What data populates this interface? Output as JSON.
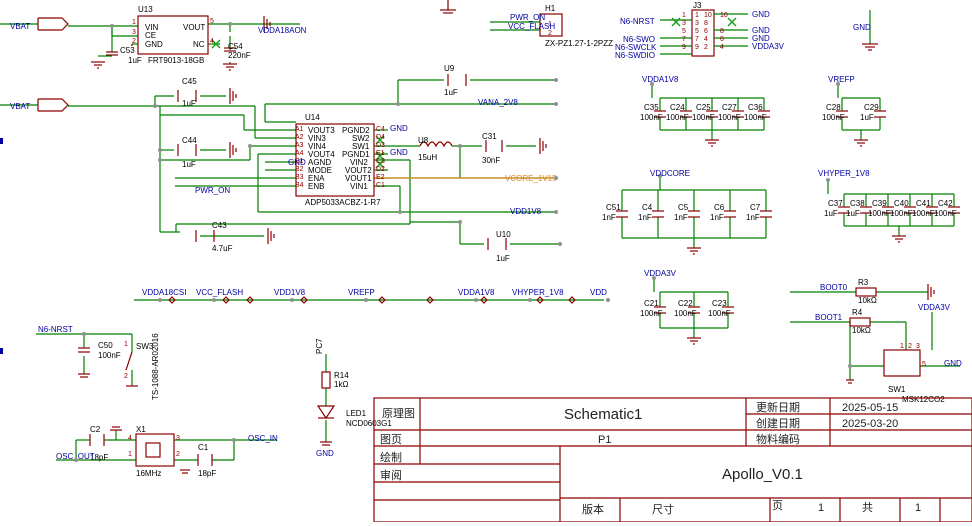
{
  "colors": {
    "wire": "#008000",
    "part": "#8b0000",
    "net": "#0000a0",
    "text": "#000000",
    "vcore": "#e08a20",
    "junction": "#909090",
    "frame": "#8b0000",
    "no_connect": "#18a018"
  },
  "nets": {
    "vbat_1": "VBAT",
    "vbat_2": "VBAT",
    "vdda18aon": "VDDA18AON",
    "pwr_on_h1": "PWR_ON",
    "vcc_flash_h1": "VCC_FLASH",
    "n6_nrst_j3": "N6-NRST",
    "n6_swo": "N6-SWO",
    "n6_swclk": "N6-SWCLK",
    "n6_swdio": "N6-SWDIO",
    "gnd_j3_1": "GND",
    "gnd_j3_2": "GND",
    "gnd_j3_3": "GND",
    "vdda3v_j3": "VDDA3V",
    "gnd_top_right": "GND",
    "vana_2v8": "VANA_2V8",
    "gnd_u14_1": "GND",
    "gnd_u14_2": "GND",
    "gnd_u14_3": "GND",
    "pwr_on_u14": "PWR_ON",
    "vcore_1v15": "VCORE_1V15",
    "vdd1v8": "VDD1V8",
    "vdda1v8": "VDDA1V8",
    "vrefp": "VREFP",
    "vddcore": "VDDCORE",
    "vhyper_1v8": "VHYPER_1V8",
    "vdda3v": "VDDA3V",
    "boot0": "BOOT0",
    "boot1": "BOOT1",
    "vdda3v_sw1": "VDDA3V",
    "gnd_sw1": "GND",
    "n6_nrst_sw3": "N6-NRST",
    "osc_out": "OSC_OUT",
    "osc_in": "OSC_IN",
    "gnd_led": "GND",
    "pc7": "PC7"
  },
  "rail_labels": [
    "VDDA18CSI",
    "VCC_FLASH",
    "VDD1V8",
    "VREFP",
    "VDDA1V8",
    "VHYPER_1V8",
    "VDD"
  ],
  "components": {
    "u13": {
      "ref": "U13",
      "part": "FRT9013-18GB",
      "pins_left": [
        {
          "n": "1",
          "name": "VIN"
        },
        {
          "n": "3",
          "name": "CE"
        },
        {
          "n": "2",
          "name": "GND"
        }
      ],
      "pins_right": [
        {
          "n": "5",
          "name": "VOUT"
        },
        {
          "n": "4",
          "name": "NC"
        }
      ]
    },
    "c53": {
      "ref": "C53",
      "value": "1uF"
    },
    "c54": {
      "ref": "C54",
      "value": "220nF"
    },
    "h1": {
      "ref": "H1",
      "part": "ZX-PZ1.27-1-2PZZ",
      "pins": [
        "1",
        "2"
      ]
    },
    "j3": {
      "ref": "J3",
      "pins_left": [
        "10",
        "8",
        "6",
        "4",
        "2"
      ],
      "pins_right": [
        "9",
        "7",
        "5",
        "3",
        "1"
      ],
      "pins_left_outer": [
        "1",
        "3",
        "5",
        "7",
        "9"
      ],
      "pins_right_outer": [
        "2",
        "4",
        "6",
        "8",
        "10"
      ]
    },
    "c45": {
      "ref": "C45",
      "value": "1uF"
    },
    "c44": {
      "ref": "C44",
      "value": "1uF"
    },
    "c43": {
      "ref": "C43",
      "value": "4.7uF"
    },
    "u9": {
      "ref": "U9",
      "value": "1uF"
    },
    "u10": {
      "ref": "U10",
      "value": "1uF"
    },
    "u14": {
      "ref": "U14",
      "part": "ADP5033ACBZ-1-R7",
      "pins_left": [
        {
          "n": "A1",
          "name": "VOUT3"
        },
        {
          "n": "A2",
          "name": "VIN3"
        },
        {
          "n": "A3",
          "name": "VIN4"
        },
        {
          "n": "A4",
          "name": "VOUT4"
        },
        {
          "n": "B1",
          "name": "AGND"
        },
        {
          "n": "B2",
          "name": "MODE"
        },
        {
          "n": "B3",
          "name": "ENA"
        },
        {
          "n": "B4",
          "name": "ENB"
        }
      ],
      "pins_right": [
        {
          "n": "C4",
          "name": "PGND2"
        },
        {
          "n": "D4",
          "name": "SW2"
        },
        {
          "n": "D3",
          "name": "SW1"
        },
        {
          "n": "E1",
          "name": "PGND1"
        },
        {
          "n": "C3",
          "name": "VIN2"
        },
        {
          "n": "D2",
          "name": "VOUT2"
        },
        {
          "n": "E2",
          "name": "VOUT1"
        },
        {
          "n": "C1",
          "name": "VIN1"
        }
      ]
    },
    "u8": {
      "ref": "U8",
      "value": "15uH"
    },
    "c31": {
      "ref": "C31",
      "value": "30nF"
    },
    "vdda1v8_caps": [
      {
        "ref": "C35",
        "value": "100nF"
      },
      {
        "ref": "C24",
        "value": "100nF"
      },
      {
        "ref": "C25",
        "value": "100nF"
      },
      {
        "ref": "C27",
        "value": "100nF"
      },
      {
        "ref": "C36",
        "value": "100nF"
      }
    ],
    "vrefp_caps": [
      {
        "ref": "C28",
        "value": "100nF"
      },
      {
        "ref": "C29",
        "value": "1uF"
      }
    ],
    "vddcore_caps": [
      {
        "ref": "C51",
        "value": "1nF"
      },
      {
        "ref": "C4",
        "value": "1nF"
      },
      {
        "ref": "C5",
        "value": "1nF"
      },
      {
        "ref": "C6",
        "value": "1nF"
      },
      {
        "ref": "C7",
        "value": "1nF"
      }
    ],
    "vhyper_caps": [
      {
        "ref": "C37",
        "value": "1uF"
      },
      {
        "ref": "C38",
        "value": "1uF"
      },
      {
        "ref": "C39",
        "value": "100nF"
      },
      {
        "ref": "C40",
        "value": "100nF"
      },
      {
        "ref": "C41",
        "value": "100nF"
      },
      {
        "ref": "C42",
        "value": "100nF"
      }
    ],
    "vdda3v_caps": [
      {
        "ref": "C21",
        "value": "100nF"
      },
      {
        "ref": "C22",
        "value": "100nF"
      },
      {
        "ref": "C23",
        "value": "100nF"
      }
    ],
    "r3": {
      "ref": "R3",
      "value": "10kΩ"
    },
    "r4": {
      "ref": "R4",
      "value": "10kΩ"
    },
    "sw1": {
      "ref": "SW1",
      "part": "MSK12CO2",
      "pins": [
        "1",
        "2",
        "3",
        "5"
      ]
    },
    "c50": {
      "ref": "C50",
      "value": "100nF"
    },
    "sw3": {
      "ref": "SW3",
      "part": "TS-1088-AR02016",
      "pins": [
        "1",
        "2"
      ]
    },
    "c2": {
      "ref": "C2",
      "value": "18pF"
    },
    "x1": {
      "ref": "X1",
      "value": "16MHz",
      "pins": [
        "1",
        "2",
        "3",
        "4"
      ]
    },
    "c1": {
      "ref": "C1",
      "value": "18pF"
    },
    "r14": {
      "ref": "R14",
      "value": "1kΩ"
    },
    "led1": {
      "ref": "LED1",
      "part": "NCD0603G1"
    }
  },
  "title_block": {
    "sheet_type": "原理图",
    "sheet_name": "Schematic1",
    "page_label": "图页",
    "page": "P1",
    "drawn_label": "绘制",
    "review_label": "审阅",
    "updated_label": "更新日期",
    "updated_date": "2025-05-15",
    "created_label": "创建日期",
    "created_date": "2025-03-20",
    "material_label": "物料编码",
    "project": "Apollo_V0.1",
    "version_label": "版本",
    "size_label": "尺寸",
    "page_num_label": "页",
    "page_num": "1",
    "total_label": "共",
    "total": "1"
  }
}
